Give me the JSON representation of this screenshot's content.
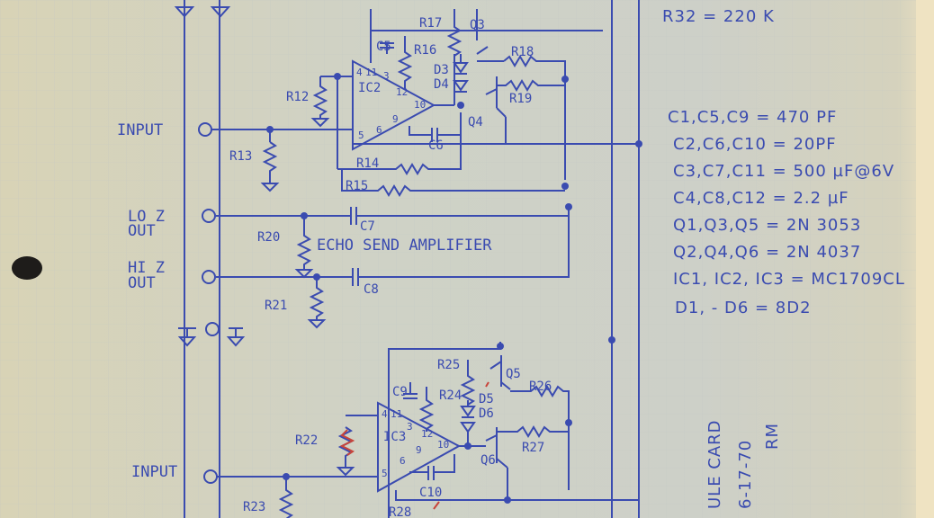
{
  "labels": {
    "input_top": "INPUT",
    "input_bottom": "INPUT",
    "lo_z_a": "LO Z",
    "lo_z_b": "OUT",
    "hi_z_a": "HI Z",
    "hi_z_b": "OUT",
    "echo_send": "ECHO SEND AMPLIFIER",
    "ic2": "IC2",
    "ic3": "IC3",
    "pin4a": "4",
    "pin11a": "11",
    "pin3a": "3",
    "pin12a": "12",
    "pin10a": "10",
    "pin5a": "5",
    "pin6a": "6",
    "pin9a": "9",
    "pin4b": "4",
    "pin11b": "11",
    "pin3b": "3",
    "pin12b": "12",
    "pin10b": "10",
    "pin5b": "5",
    "pin6b": "6",
    "pin9b": "9"
  },
  "components": {
    "r12": "R12",
    "r13": "R13",
    "r14": "R14",
    "r15": "R15",
    "r16": "R16",
    "r17": "R17",
    "r18": "R18",
    "r19": "R19",
    "r20": "R20",
    "r21": "R21",
    "r22": "R22",
    "r23": "R23",
    "r24": "R24",
    "r25": "R25",
    "r26": "R26",
    "r27": "R27",
    "r28": "R28",
    "c5": "C5",
    "c6": "C6",
    "c7": "C7",
    "c8": "C8",
    "c9": "C9",
    "c10": "C10",
    "q3": "Q3",
    "q4": "Q4",
    "q5": "Q5",
    "q6": "Q6",
    "d3": "D3",
    "d4": "D4",
    "d5": "D5",
    "d6": "D6"
  },
  "notes": {
    "r32": "R32 = 220 K",
    "caps_pf": "C1,C5,C9 = 470 PF",
    "caps_20pf": "C2,C6,C10 = 20PF",
    "caps_500uf": "C3,C7,C11 = 500 µF@6V",
    "caps_22uf": "C4,C8,C12 = 2.2 µF",
    "q_npn": "Q1,Q3,Q5 = 2N 3053",
    "q_pnp": "Q2,Q4,Q6 = 2N 4037",
    "ics": "IC1, IC2, IC3 = MC1709CL",
    "diodes": "D1, - D6 = 8D2",
    "card_title": "ULE CARD",
    "date": "6-17-70",
    "author": "RM"
  },
  "colors": {
    "ink": "#3a4bb0",
    "paper": "#cfd2c6",
    "red_mark": "#c8443a"
  }
}
